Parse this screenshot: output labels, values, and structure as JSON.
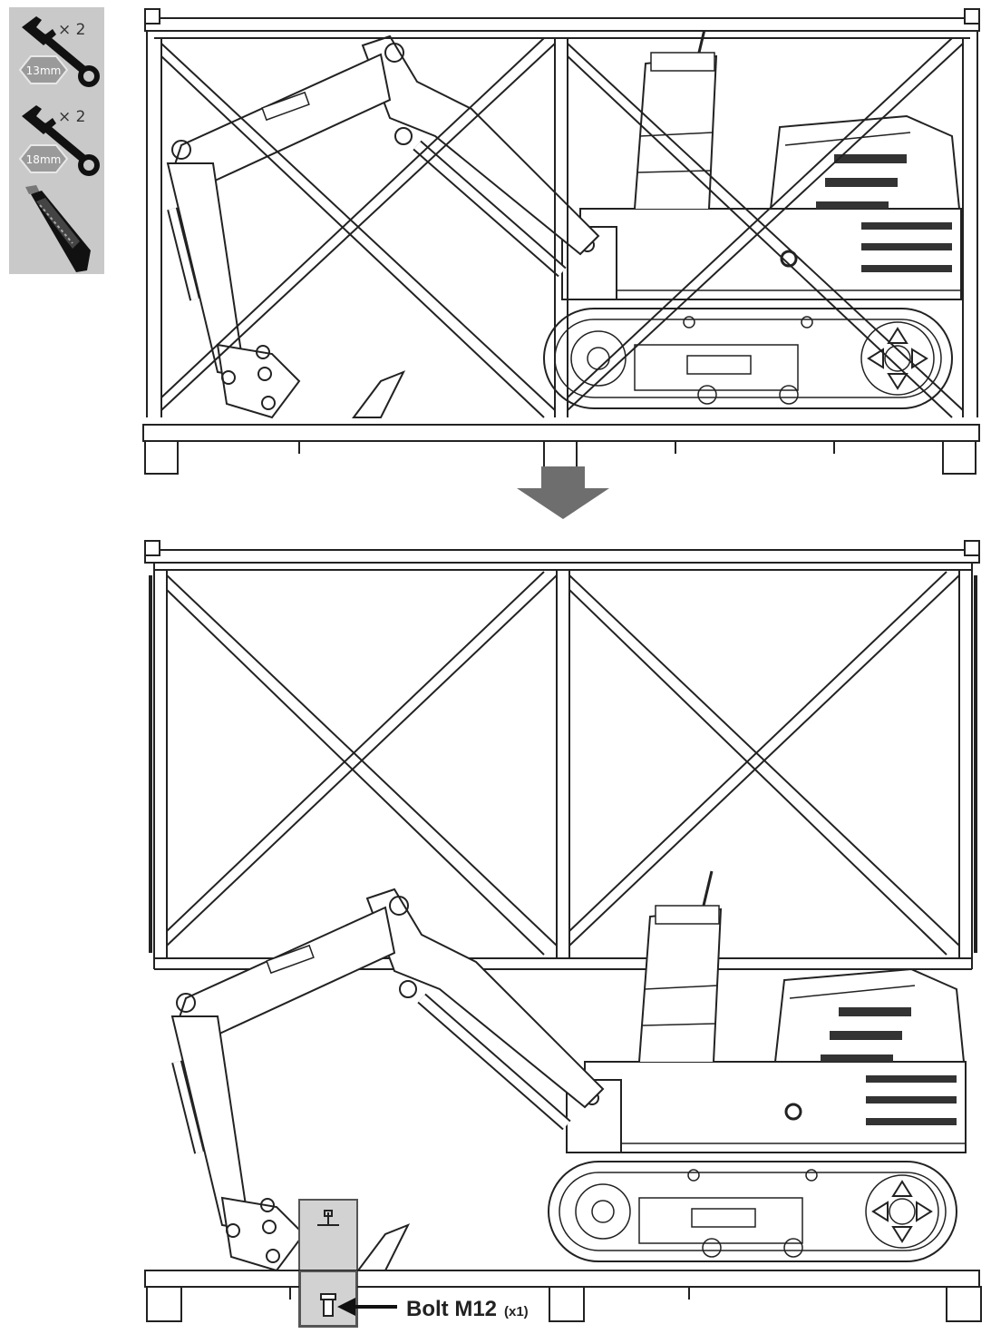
{
  "tools": [
    {
      "icon": "wrench-icon",
      "quantity": "× 2",
      "size_label": "13mm"
    },
    {
      "icon": "wrench-icon",
      "quantity": "× 2",
      "size_label": "18mm"
    },
    {
      "icon": "utility-knife-icon"
    }
  ],
  "callout": {
    "label": "Bolt M12",
    "count": "(x1)"
  },
  "colors": {
    "panel": "#c9c9c9",
    "line": "#2a2a2a",
    "arrow": "#6e6e6e",
    "highlight": "#d2d2d2"
  }
}
